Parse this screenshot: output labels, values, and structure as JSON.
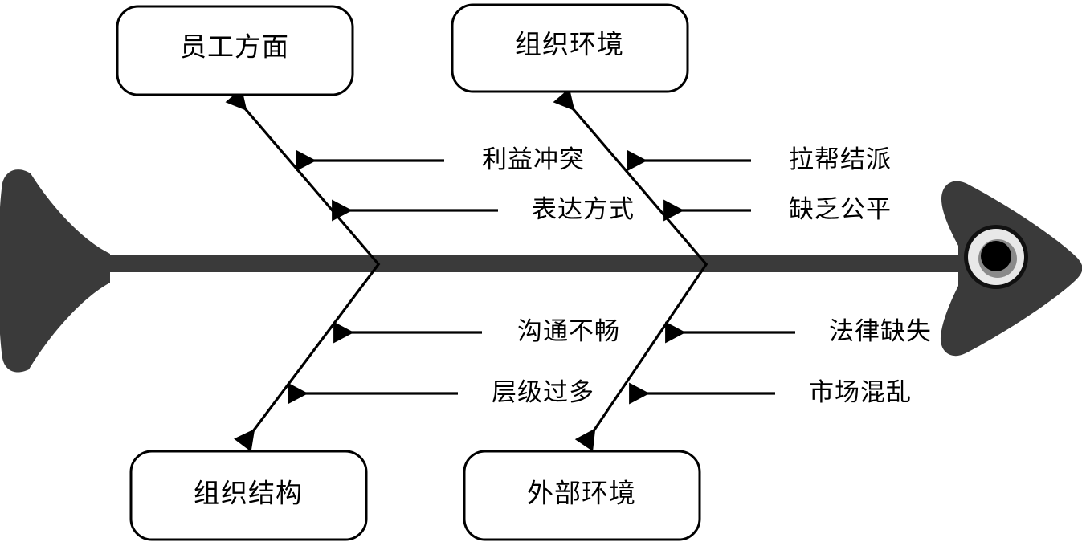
{
  "diagram": {
    "type": "fishbone-ishikawa",
    "title": "",
    "colors": {
      "fish": "#3a3a3a",
      "spine": "#3a3a3a",
      "line": "#000000",
      "box_fill": "#ffffff",
      "box_stroke": "#000000",
      "background": "#ffffff",
      "eye_outer": "#111111",
      "eye_iris": "#e8e8e8",
      "eye_ring": "#8a8a8a",
      "eye_pupil": "#000000"
    },
    "categories": [
      {
        "id": "employee",
        "label": "员工方面",
        "position": "top-left",
        "causes": [
          "利益冲突",
          "表达方式"
        ]
      },
      {
        "id": "organizational-environment",
        "label": "组织环境",
        "position": "top-right",
        "causes": [
          "拉帮结派",
          "缺乏公平"
        ]
      },
      {
        "id": "organizational-structure",
        "label": "组织结构",
        "position": "bottom-left",
        "causes": [
          "沟通不畅",
          "层级过多"
        ]
      },
      {
        "id": "external-environment",
        "label": "外部环境",
        "position": "bottom-right",
        "causes": [
          "法律缺失",
          "市场混乱"
        ]
      }
    ],
    "causes": {
      "top_left_1": "利益冲突",
      "top_left_2": "表达方式",
      "top_right_1": "拉帮结派",
      "top_right_2": "缺乏公平",
      "bottom_left_1": "沟通不畅",
      "bottom_left_2": "层级过多",
      "bottom_right_1": "法律缺失",
      "bottom_right_2": "市场混乱"
    },
    "icons": {
      "fish_head": "fish-head-icon",
      "fish_tail": "fish-tail-icon",
      "fish_eye": "fish-eye-icon",
      "arrow": "arrow-icon"
    }
  }
}
